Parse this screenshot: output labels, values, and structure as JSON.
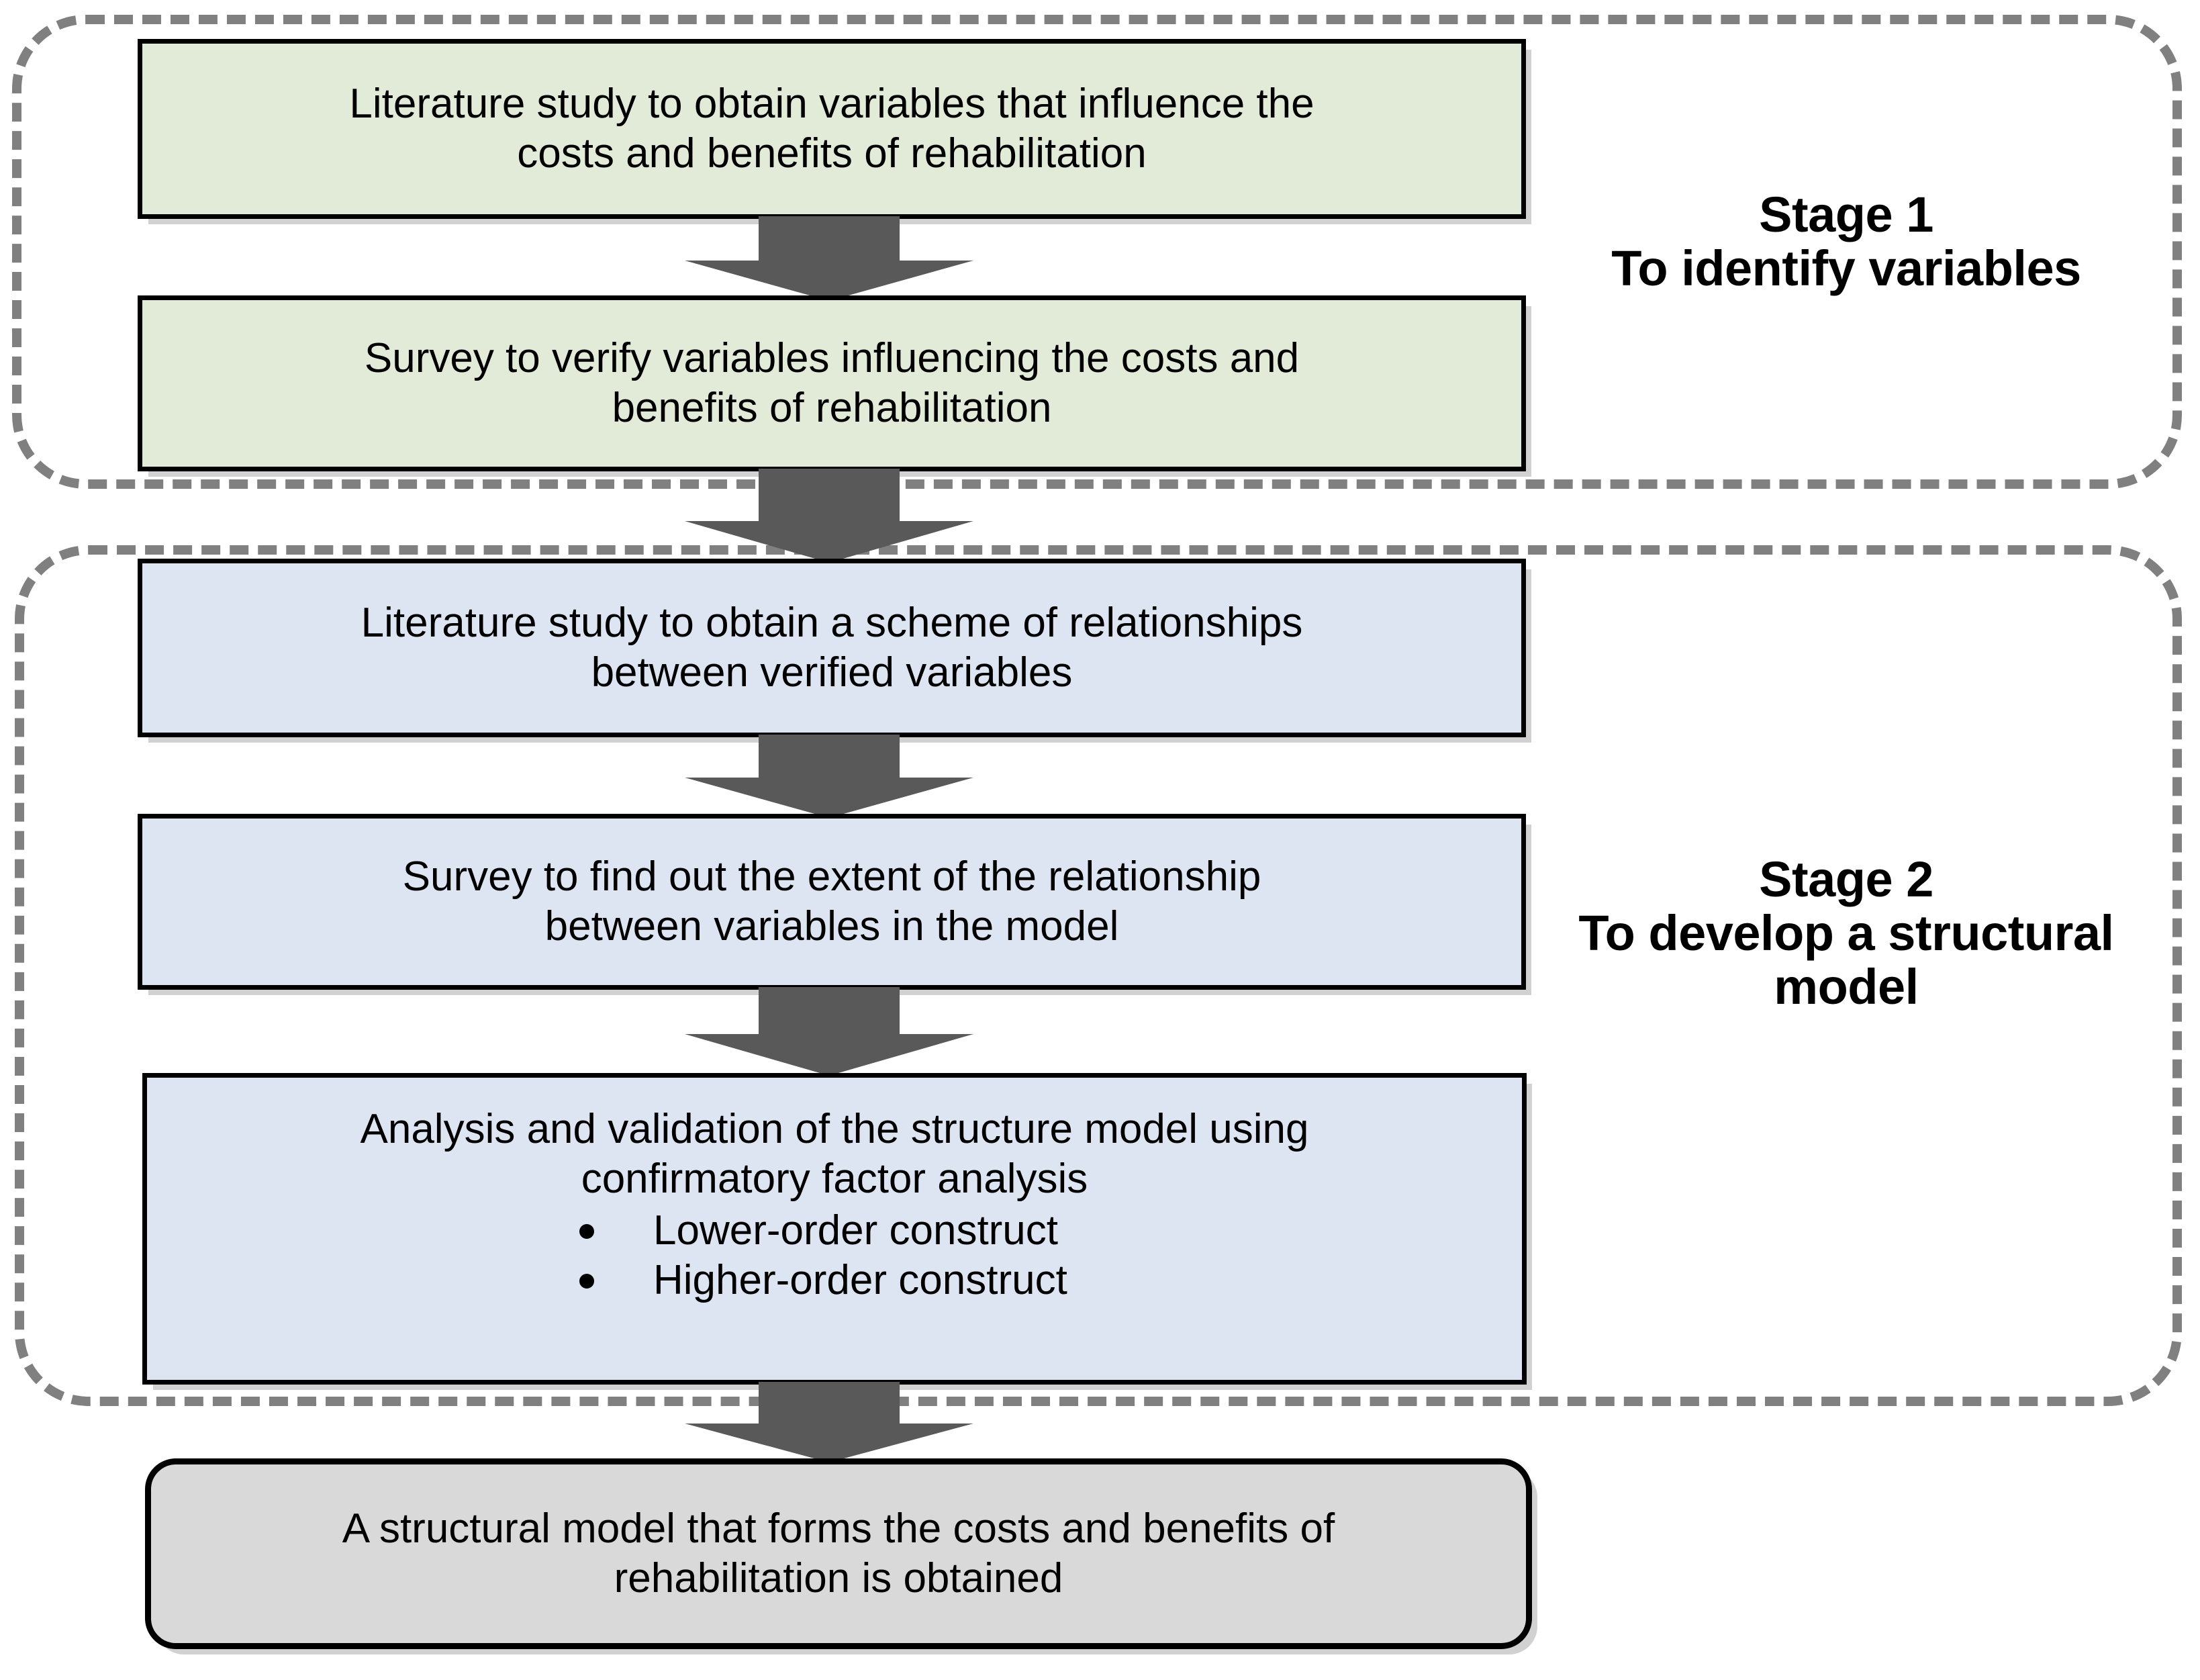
{
  "diagram": {
    "title": "Two-stage research methodology flowchart",
    "colors": {
      "stage_border": "#808080",
      "stage1_box_fill": "#e2ead8",
      "stage2_box_fill": "#dde4f2",
      "outcome_box_fill": "#d9d9d9",
      "arrow_fill": "#595959",
      "box_border": "#000000",
      "text": "#000000"
    }
  },
  "stages": [
    {
      "id": "stage-1",
      "label": "Stage 1\nTo identify variables",
      "title": "Stage 1",
      "subtitle": "To identify variables"
    },
    {
      "id": "stage-2",
      "label": "Stage 2\nTo develop a structural\nmodel",
      "title": "Stage 2",
      "subtitle": "To develop a structural model"
    }
  ],
  "boxes": [
    {
      "id": "box-1",
      "stage": "stage-1",
      "text": "Literature study to obtain variables that influence the\ncosts and benefits of rehabilitation"
    },
    {
      "id": "box-2",
      "stage": "stage-1",
      "text": "Survey to verify variables influencing the costs and\nbenefits of rehabilitation"
    },
    {
      "id": "box-3",
      "stage": "stage-2",
      "text": "Literature study to obtain a scheme of relationships\nbetween verified variables"
    },
    {
      "id": "box-4",
      "stage": "stage-2",
      "text": "Survey to find out the extent of the relationship\nbetween variables in the model"
    },
    {
      "id": "box-5",
      "stage": "stage-2",
      "heading": "Analysis and validation of the structure model using\nconfirmatory factor analysis",
      "bullets": [
        "Lower-order construct",
        "Higher-order construct"
      ]
    },
    {
      "id": "box-6",
      "stage": "outcome",
      "text": "A structural model that forms the costs and benefits of\nrehabilitation is obtained"
    }
  ],
  "arrows": [
    {
      "id": "arrow-1",
      "from": "box-1",
      "to": "box-2"
    },
    {
      "id": "arrow-2",
      "from": "box-2",
      "to": "box-3"
    },
    {
      "id": "arrow-3",
      "from": "box-3",
      "to": "box-4"
    },
    {
      "id": "arrow-4",
      "from": "box-4",
      "to": "box-5"
    },
    {
      "id": "arrow-5",
      "from": "box-5",
      "to": "box-6"
    }
  ]
}
